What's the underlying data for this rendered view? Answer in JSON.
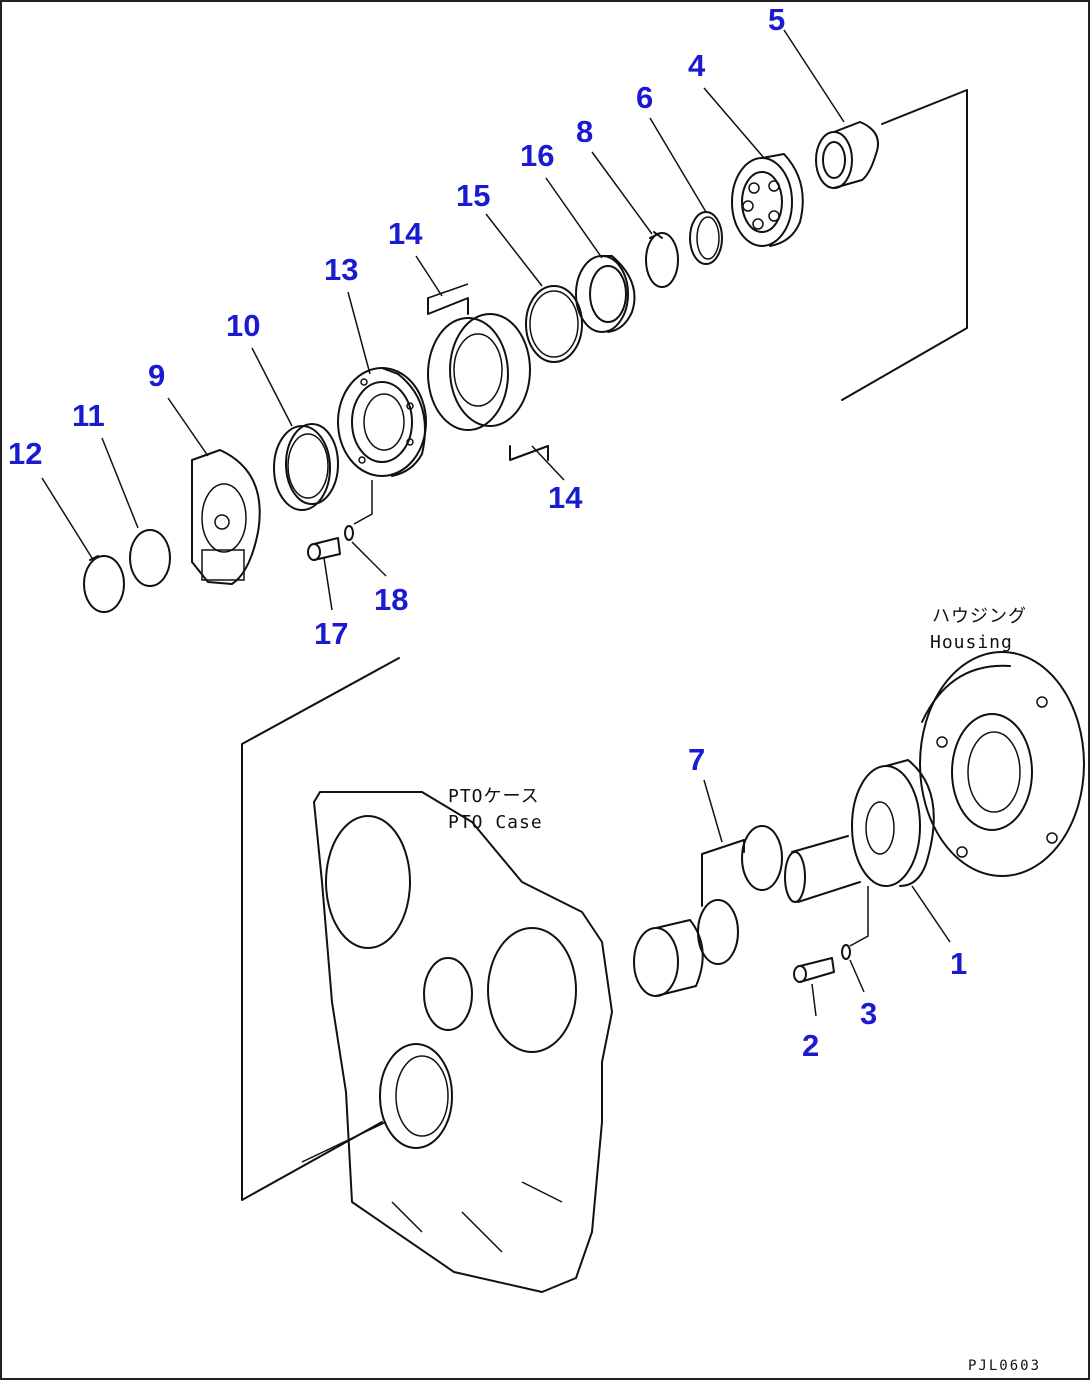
{
  "callouts": {
    "c1": "1",
    "c2": "2",
    "c3": "3",
    "c4": "4",
    "c5": "5",
    "c6": "6",
    "c7": "7",
    "c8": "8",
    "c9": "9",
    "c10": "10",
    "c11": "11",
    "c12": "12",
    "c13": "13",
    "c14a": "14",
    "c14b": "14",
    "c15": "15",
    "c16": "16",
    "c17": "17",
    "c18": "18"
  },
  "labels": {
    "housing_jp": "ハウジング",
    "housing_en": "Housing",
    "pto_case_jp": "PTOケース",
    "pto_case_en": "PTO Case",
    "drawing_code": "PJL0603"
  },
  "colors": {
    "callout": "#1a1ad0",
    "line": "#111111",
    "background": "#ffffff"
  }
}
